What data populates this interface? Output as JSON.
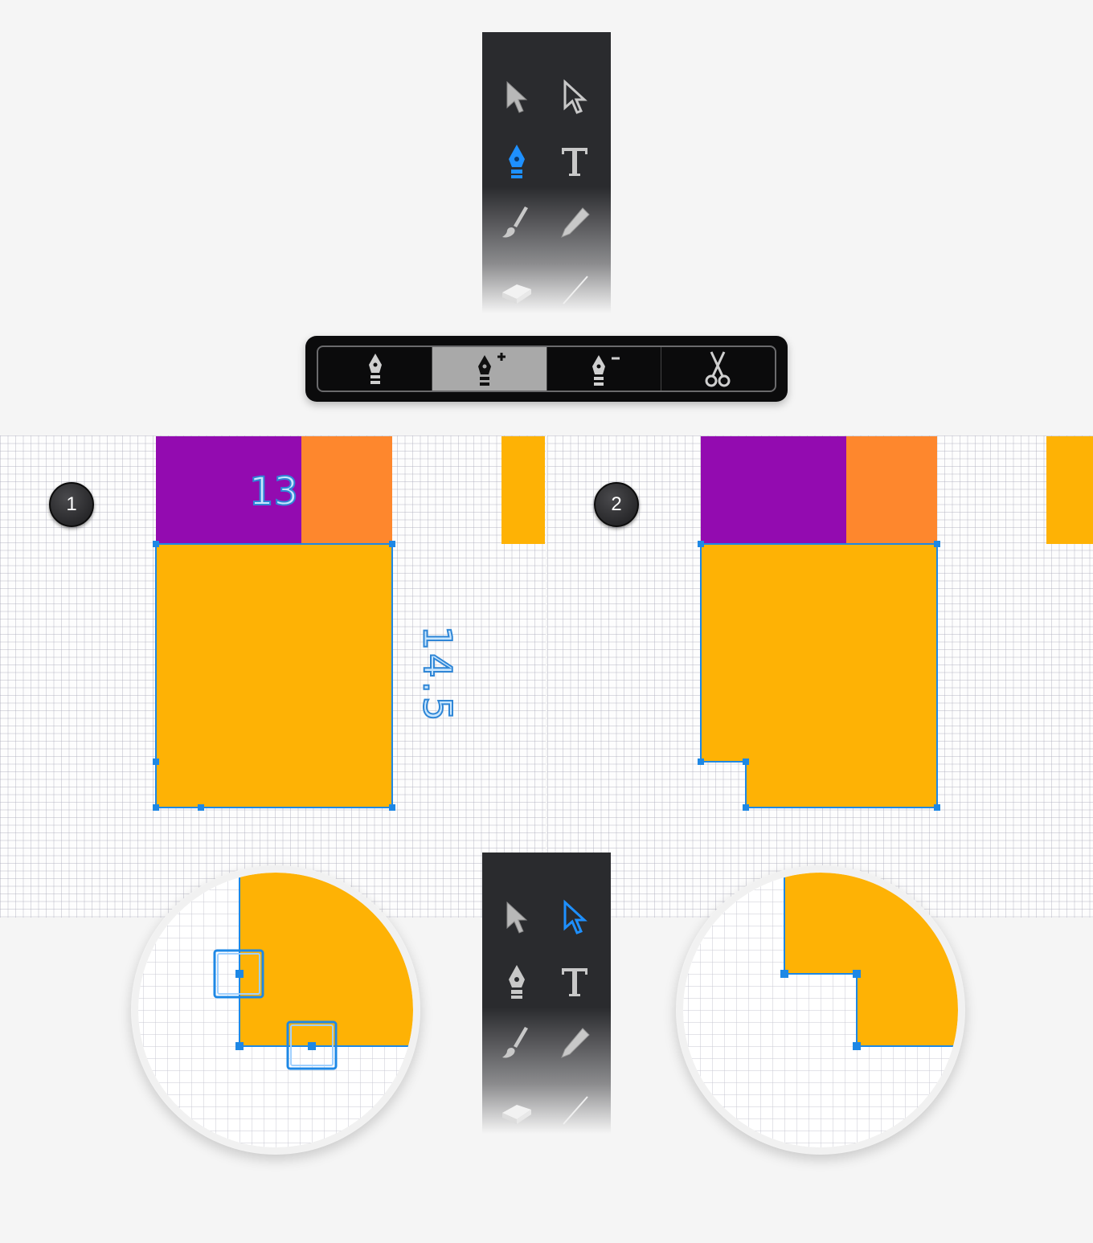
{
  "toolbox_top": {
    "tools": [
      {
        "name": "selection-tool",
        "active": false
      },
      {
        "name": "direct-selection-tool",
        "active": false
      },
      {
        "name": "pen-tool",
        "active": true
      },
      {
        "name": "type-tool",
        "active": false
      },
      {
        "name": "paintbrush-tool",
        "active": false
      },
      {
        "name": "pencil-tool",
        "active": false
      },
      {
        "name": "eraser-tool",
        "active": false
      },
      {
        "name": "line-tool",
        "active": false
      }
    ]
  },
  "pen_options": {
    "segments": [
      {
        "name": "pen-icon",
        "active": false
      },
      {
        "name": "add-anchor-point-icon",
        "active": true
      },
      {
        "name": "delete-anchor-point-icon",
        "active": false
      },
      {
        "name": "scissors-icon",
        "active": false
      }
    ]
  },
  "step1": {
    "badge": "1",
    "width_label": "13",
    "height_label": "14.5"
  },
  "step2": {
    "badge": "2"
  },
  "toolbox_bottom": {
    "active_tool": "direct-selection-tool"
  },
  "colors": {
    "purple": "#930bb0",
    "orange": "#fe872d",
    "yellow": "#feb205",
    "selection": "#1e88e5",
    "active_tool": "#1e90ff"
  }
}
